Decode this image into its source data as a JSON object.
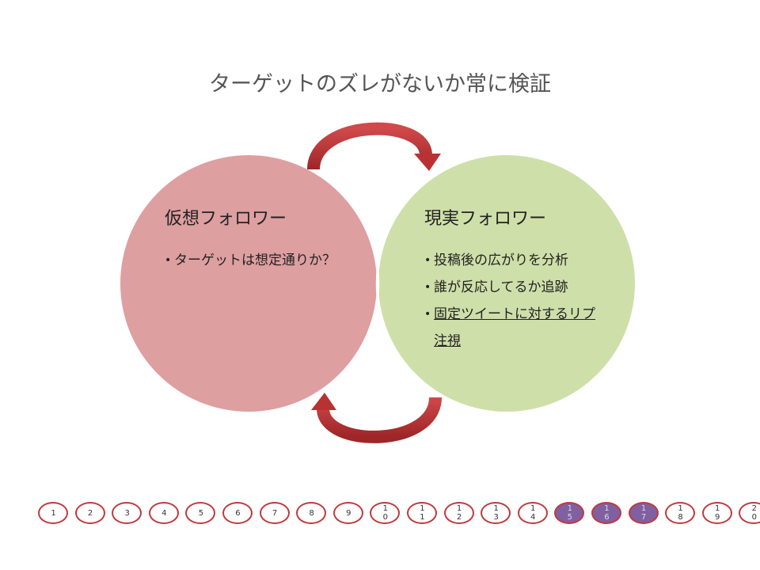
{
  "title": "ターゲットのズレがないか常に検証",
  "left": {
    "heading": "仮想フォロワー",
    "items": [
      "ターゲットは想定通りか？"
    ],
    "color": "#de9fa1"
  },
  "right": {
    "heading": "現実フォロワー",
    "items": [
      "投稿後の広がりを分析",
      "誰が反応してるか追跡",
      "固定ツイートに対するリプ注視"
    ],
    "color": "#cfdfa9"
  },
  "overlap_color": "#bdb07d",
  "arrow_color": "#b83234",
  "pager": {
    "pages": [
      "1",
      "2",
      "3",
      "4",
      "5",
      "6",
      "7",
      "8",
      "9",
      "10",
      "11",
      "12",
      "13",
      "14",
      "15",
      "16",
      "17",
      "18",
      "19",
      "20"
    ],
    "active": [
      "15",
      "16",
      "17"
    ]
  }
}
